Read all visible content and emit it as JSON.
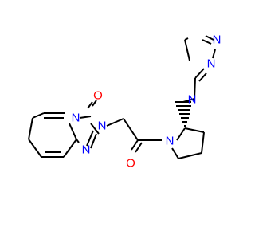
{
  "molecule": {
    "atom_labels": {
      "o_carbonyl_ring": "O",
      "n_ring_bridge": "N",
      "n_ring_2": "N",
      "n_ring_1": "N",
      "o_amide": "O",
      "n_pyrrolidine": "N",
      "n_triazole_1": "N",
      "n_triazole_2": "N",
      "n_triazole_3": "N"
    }
  },
  "colors": {
    "bond": "#000000",
    "nitrogen": "#0000ff",
    "oxygen": "#ff0000",
    "background": "#ffffff"
  }
}
